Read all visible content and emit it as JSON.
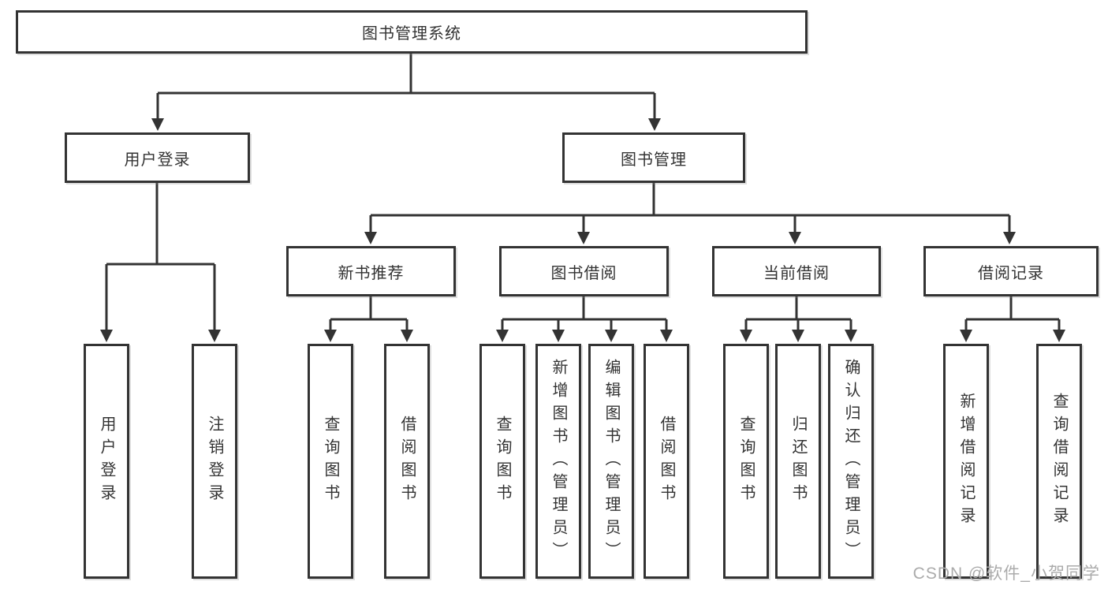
{
  "title": "图书管理系统",
  "nodes": {
    "root": "图书管理系统",
    "userLogin": "用户登录",
    "bookManagement": "图书管理",
    "newBookRecommend": "新书推荐",
    "bookBorrow": "图书借阅",
    "currentBorrow": "当前借阅",
    "borrowRecords": "借阅记录"
  },
  "leaves": {
    "userLogin": [
      "用户登录",
      "注销登录"
    ],
    "newBookRecommend": [
      "查询图书",
      "借阅图书"
    ],
    "bookBorrow": [
      "查询图书",
      "新增图书（管理员）",
      "编辑图书（管理员）",
      "借阅图书"
    ],
    "currentBorrow": [
      "查询图书",
      "归还图书",
      "确认归还（管理员）"
    ],
    "borrowRecords": [
      "新增借阅记录",
      "查询借阅记录"
    ]
  },
  "watermark": "CSDN @软件_小贺同学",
  "colors": {
    "line": "#333333",
    "text": "#333333",
    "background": "#ffffff",
    "watermark": "#ababab"
  }
}
